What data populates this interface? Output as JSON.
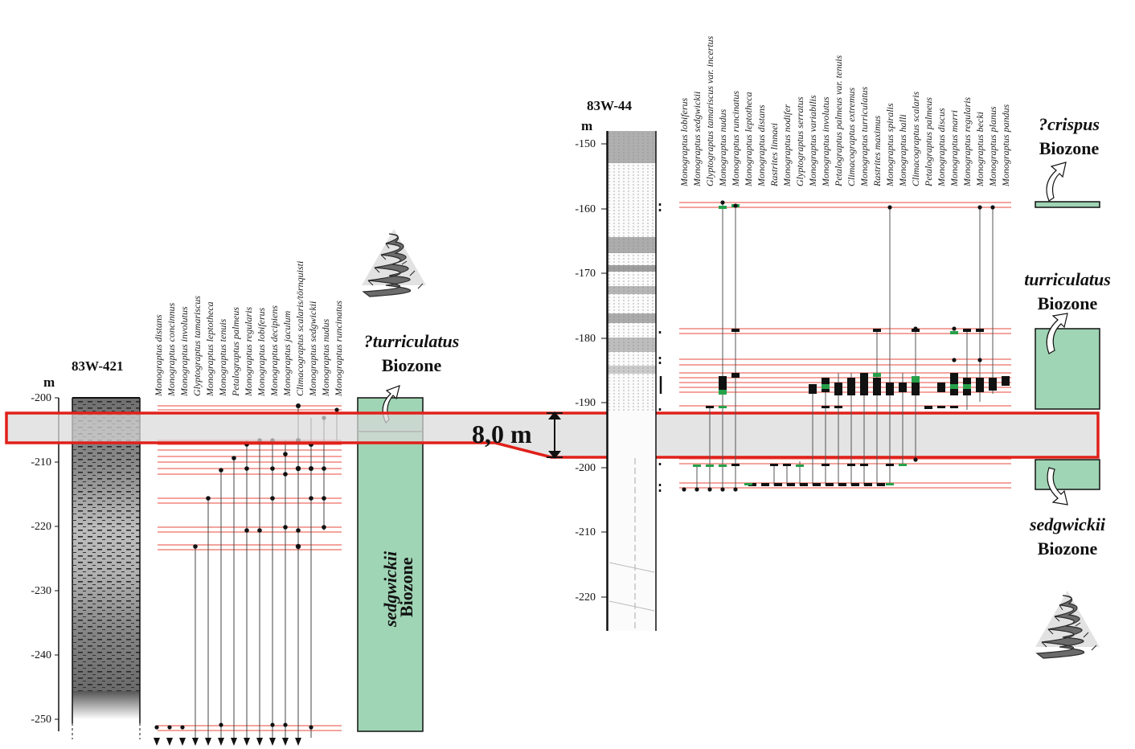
{
  "left_borehole": {
    "name": "83W-421",
    "unit": "m",
    "depth_ticks": [
      "-200",
      "-210",
      "-220",
      "-230",
      "-240",
      "-250"
    ],
    "species": [
      "Monograptus distans",
      "Monograptus concinnus",
      "Monograptus involutus",
      "Glyptograptus tamariscus",
      "Monograptus leptotheca",
      "Monograptus tenuis",
      "Petalograptus palmeus",
      "Monograptus regularis",
      "Monograptus lobiferus",
      "Monograptus decipiens",
      "Monograptus jaculum",
      "Climacograptus scalaris/törnquisti",
      "Monograptus sedgwickii",
      "Monograptus nudus",
      "Monograptus runcinatus"
    ]
  },
  "right_borehole": {
    "name": "83W-44",
    "unit": "m",
    "depth_ticks": [
      "-150",
      "-160",
      "-170",
      "-180",
      "-190",
      "-200",
      "-210",
      "-220"
    ],
    "species": [
      "Monograptus lobiferus",
      "Monograptus sedgwickii",
      "Glyptograptus tamariscus var. incertus",
      "Monograptus nudus",
      "Monograptus runcinatus",
      "Monograptus leptotheca",
      "Monograptus distans",
      "Rastrites linnaei",
      "Monograptus nodifer",
      "Glyptograptus serratus",
      "Monograptus variabilis",
      "Monograptus involutus",
      "Petalograptus palmeus var. tenuis",
      "Climacograptus extremus",
      "Monograptus turriculatus",
      "Rastrites maximus",
      "Monograptus spiralis",
      "Monograptus halli",
      "Climacograptus scalaris",
      "Petalograptus palmeus",
      "Monograptus discus",
      "Monograptus marri",
      "Monograptus regularis",
      "Monograptus becki",
      "Monograptus planus",
      "Monograptus pandus"
    ]
  },
  "zones": {
    "left_turriculatus": {
      "line1": "?turriculatus",
      "line2": "Biozone"
    },
    "left_sedgwickii": {
      "line1": "sedgwickii",
      "line2": "Biozone"
    },
    "right_crispus": {
      "line1": "?crispus",
      "line2": "Biozone"
    },
    "right_turriculatus": {
      "line1": "turriculatus",
      "line2": "Biozone"
    },
    "right_sedgwickii": {
      "line1": "sedgwickii",
      "line2": "Biozone"
    }
  },
  "gap_label": "8,0 m",
  "colors": {
    "zone_fill": "#9fd4b4",
    "gap_band": "#d9d9d9",
    "gap_outline": "#e0201a",
    "level_line": "#e8483c",
    "green_marker": "#27a04a"
  }
}
